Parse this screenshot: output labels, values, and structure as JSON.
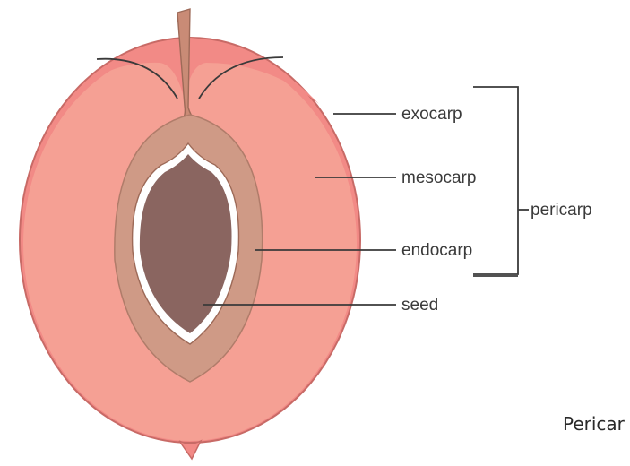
{
  "labels": {
    "exocarp": "exocarp",
    "mesocarp": "mesocarp",
    "endocarp": "endocarp",
    "seed": "seed",
    "pericarp": "pericarp"
  },
  "caption": "Pericar",
  "colors": {
    "exocarp": "#f28a86",
    "mesocarp": "#f5a094",
    "endocarp": "#cf9a86",
    "seed": "#8a6560",
    "seed_outline": "#ffffff",
    "stalk": "#c98b76",
    "leader": "#3a3a3a"
  }
}
